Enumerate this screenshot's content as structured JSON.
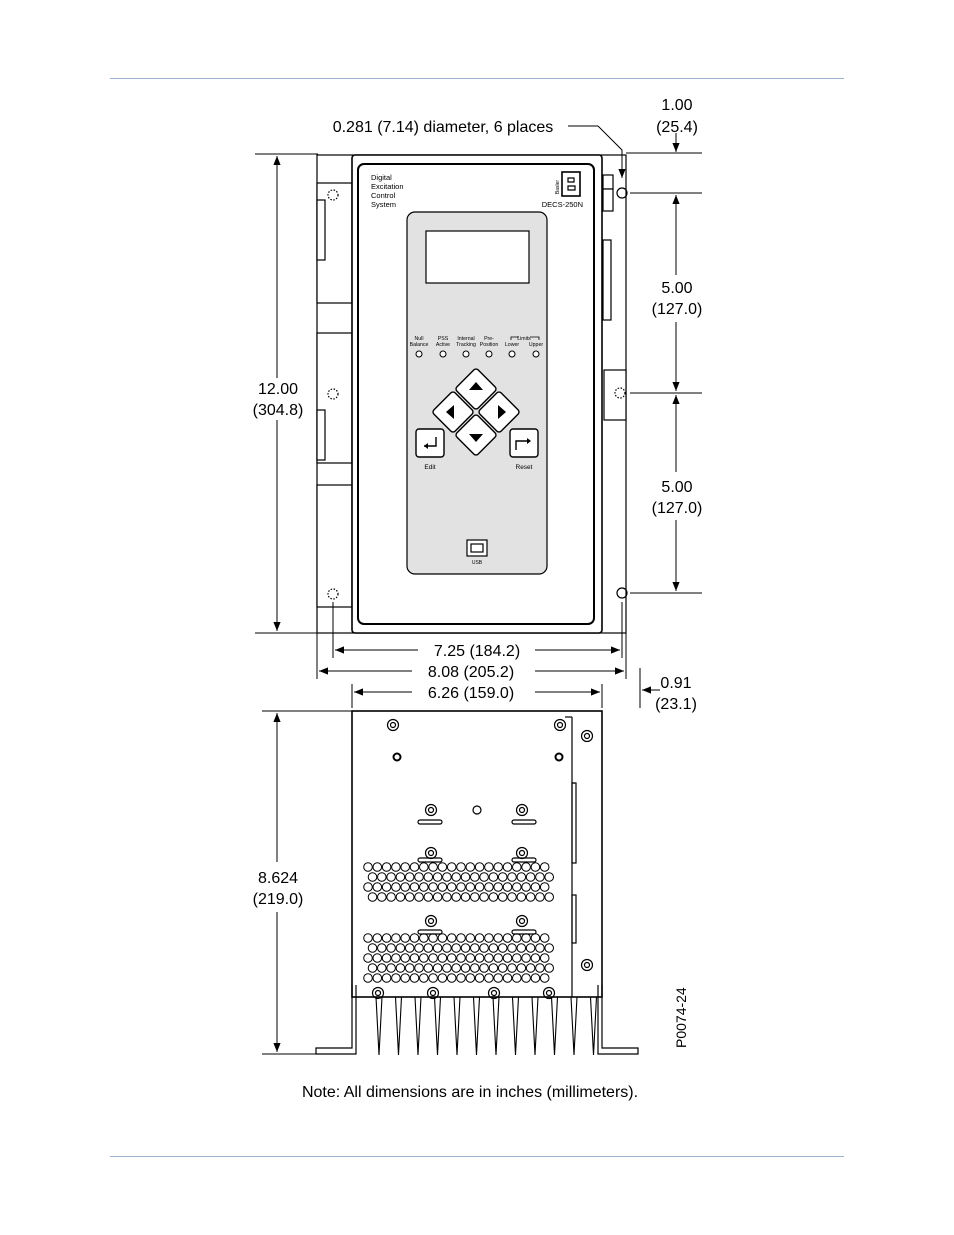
{
  "dimensions": {
    "hole_note": "0.281 (7.14) diameter, 6 places",
    "top_offset": [
      "1.00",
      "(25.4)"
    ],
    "height": [
      "12.00",
      "(304.8)"
    ],
    "spacing_upper": [
      "5.00",
      "(127.0)"
    ],
    "spacing_lower": [
      "5.00",
      "(127.0)"
    ],
    "width_holes": "7.25 (184.2)",
    "width_overall": "8.08 (205.2)",
    "width_body": "6.26 (159.0)",
    "side_offset": [
      "0.91",
      "(23.1)"
    ],
    "depth": [
      "8.624",
      "(219.0)"
    ]
  },
  "panel": {
    "title_lines": [
      "Digital",
      "Excitation",
      "Control",
      "System"
    ],
    "brand": "Basler",
    "model": "DECS-250N",
    "leds": [
      {
        "top": "Null",
        "bottom": "Balance"
      },
      {
        "top": "PSS",
        "bottom": "Active"
      },
      {
        "top": "Internal",
        "bottom": "Tracking"
      },
      {
        "top": "Pre-",
        "bottom": "Position"
      },
      {
        "top": "",
        "bottom": "Lower"
      },
      {
        "top": "",
        "bottom": "Upper"
      }
    ],
    "limits_label": "Limits",
    "edit_label": "Edit",
    "reset_label": "Reset",
    "usb_label": "USB"
  },
  "figure_id": "P0074-24",
  "note": "Note: All dimensions are in inches (millimeters).",
  "colors": {
    "rule": "#9db2cc",
    "line": "#000000",
    "panel": "#e2e2e2"
  }
}
